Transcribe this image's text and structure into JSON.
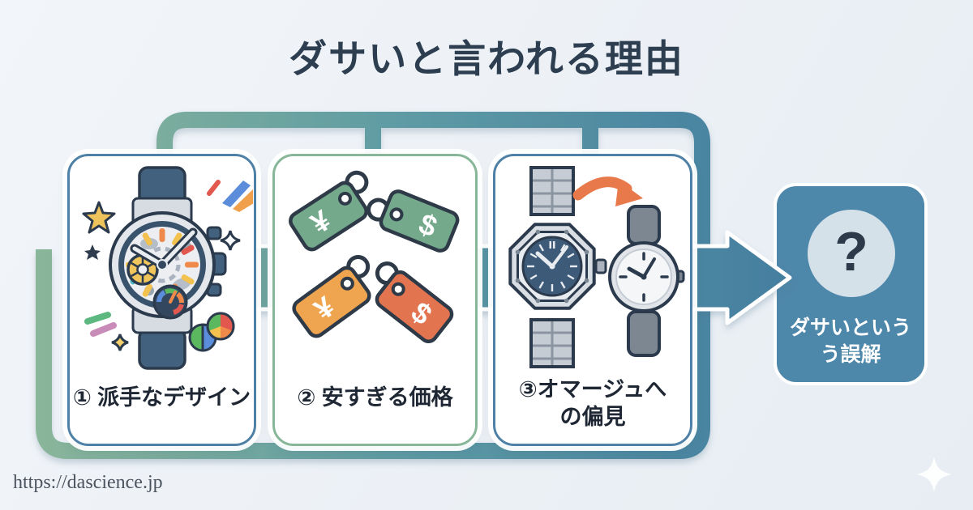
{
  "title": "ダサいと言われる理由",
  "cards": [
    {
      "id": 1,
      "label_lines": [
        "① 派手なデザイン"
      ],
      "illustration": "flashy-skeleton-watch",
      "border_color": "#4e81a5"
    },
    {
      "id": 2,
      "label_lines": [
        "② 安すぎる価格"
      ],
      "illustration": "price-tags",
      "border_color": "#87b798",
      "tags": [
        {
          "symbol": "¥",
          "color": "#74a98c"
        },
        {
          "symbol": "$",
          "color": "#74a98c"
        },
        {
          "symbol": "¥",
          "color": "#efa54f"
        },
        {
          "symbol": "$",
          "color": "#e2744f"
        }
      ]
    },
    {
      "id": 3,
      "label_lines": [
        "③オマージュへ",
        "の偏見"
      ],
      "illustration": "luxury-watch-to-homage-watch",
      "border_color": "#4e81a5"
    }
  ],
  "result": {
    "icon": "question-mark-icon",
    "question_mark": "?",
    "label_lines": [
      "ダサいという",
      "う誤解"
    ],
    "bg_color": "#4d87aa",
    "circle_color": "#d5e1e9"
  },
  "flow": {
    "arrow_icon": "flow-arrow-right",
    "pipe_gradient_start": "#8ab69a",
    "pipe_gradient_end": "#447ea0"
  },
  "footer": {
    "url": "https://dascience.jp",
    "sparkle_icon": "sparkle-icon"
  },
  "colors": {
    "background": "#eef1f6",
    "title_text": "#2c3e50",
    "card_text": "#1e2733"
  }
}
